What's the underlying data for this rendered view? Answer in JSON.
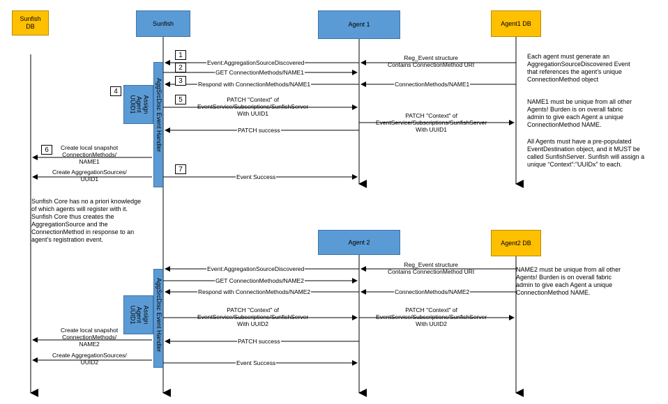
{
  "participants": {
    "sunfish_db": "Sunfish\nDB",
    "sunfish": "Sunfish",
    "agent1": "Agent 1",
    "agent1_db": "Agent1 DB",
    "agent2": "Agent 2",
    "agent2_db": "Agent2 DB"
  },
  "handler_label": "AggSrcDisc Event Handler",
  "assign_label": "Assign\nAgent\nUUID1",
  "steps": [
    "1",
    "2",
    "3",
    "4",
    "5",
    "6",
    "7"
  ],
  "flow1": {
    "discovered": "Event:AggregationSourceDiscovered",
    "reg_event": "Reg_Event structure\nContains ConnectionMethod URI",
    "get_cm": "GET ConnectionMethods/NAME1",
    "respond_cm": "Respond with ConnectionMethods/NAME1",
    "cm_db": "ConnectionMethods/NAME1",
    "patch_sunfish": "PATCH \"Context\" of\nEventService/Subscriptions/SunfishServer\nWith UUID1",
    "patch_agent": "PATCH \"Context\" of\nEventService/Subscriptions/SunfishServer\nWith UUID1",
    "patch_success": "PATCH success",
    "snapshot": "Create local snapshot\nConnectionMethods/\nNAME1",
    "create_agg": "Create AggregationSources/\nUUID1",
    "event_success": "Event Success"
  },
  "flow2": {
    "discovered": "Event:AggregationSourceDiscovered",
    "reg_event": "Reg_Event structure\nContains ConnectionMethod URI",
    "get_cm": "GET ConnectionMethods/NAME2",
    "respond_cm": "Respond with ConnectionMethods/NAME2",
    "cm_db": "ConnectionMethods/NAME2",
    "patch_sunfish": "PATCH \"Context\" of\nEventService/Subscriptions/SunfishServer\nWith UUID2",
    "patch_agent": "PATCH \"Context\" of\nEventService/Subscriptions/SunfishServer\nWith UUID2",
    "patch_success": "PATCH success",
    "snapshot": "Create local snapshot\nConnectionMethods/\nNAME2",
    "create_agg": "Create AggregationSources/\nUUID2",
    "event_success": "Event Success"
  },
  "notes": {
    "agent_generate": "Each agent must generate an\nAggregationSourceDiscovered Event\nthat references the agent’s unique\nConnectionMethod object",
    "name1_unique": "NAME1 must be unique from all other\nAgents!  Burden is on overall fabric\nadmin to give each Agent a unique\nConnectionMethod NAME.",
    "event_dest": "All Agents must have a pre-populated\nEventDestination object, and it MUST be\ncalled  SunfishServer.   Sunfish will assign a\nunique “Context”:”UUIDx” to each.",
    "sunfish_core": "Sunfish Core has no a priori knowledge\nof which agents will register with it.\nSunfish Core thus creates the\nAggregationSource and the\nConnectionMethod in response to an\nagent’s registration event.",
    "name2_unique": "NAME2 must be unique from all other\nAgents!  Burden is on overall fabric\nadmin to give each Agent a unique\nConnectionMethod NAME."
  }
}
